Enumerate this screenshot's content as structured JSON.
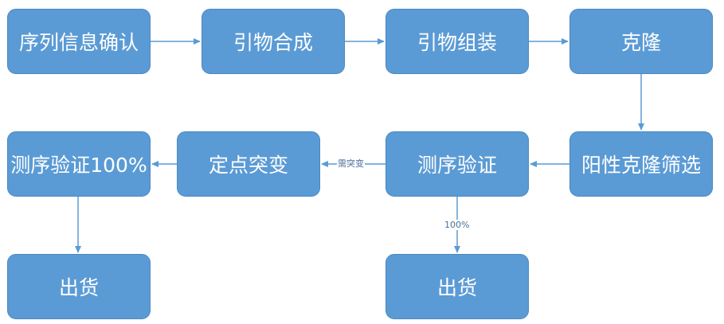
{
  "nodes": {
    "sequence_confirm": "序列信息确认",
    "primer_synthesis": "引物合成",
    "primer_assembly": "引物组装",
    "cloning": "克隆",
    "positive_screening": "阳性克隆筛选",
    "sequencing_verify": "测序验证",
    "site_mutagenesis": "定点突变",
    "sequencing_verify_100": "测序验证100%",
    "ship_left": "出货",
    "ship_right": "出货"
  },
  "edge_labels": {
    "need_mutation": "需突变",
    "percent_100": "100%"
  },
  "colors": {
    "node_fill": "#5b9bd5",
    "node_border": "#4a88c2",
    "arrow": "#5b9bd5",
    "node_text": "#ffffff"
  }
}
